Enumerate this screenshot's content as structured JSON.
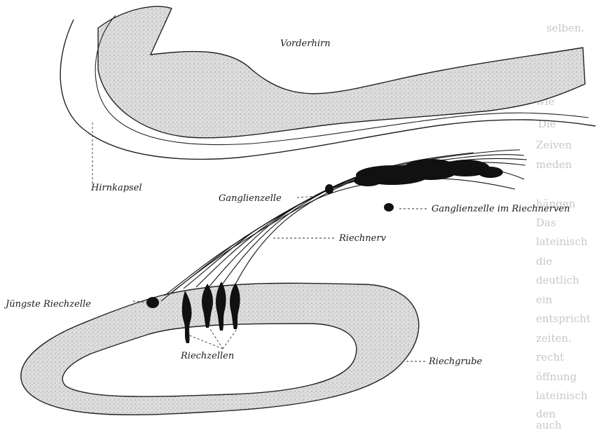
{
  "labels": {
    "forebrain": "Vorderhirn",
    "brain_capsule": "Hirnkapsel",
    "ganglion_cell": "Ganglienzelle",
    "ganglion_cell_in_nerve": "Ganglienzelle im Riechnerven",
    "olfactory_nerve": "Riechnerv",
    "youngest_olfactory_cell": "Jüngste Riechzelle",
    "olfactory_cells": "Riechzellen",
    "olfactory_pit": "Riechgrube"
  },
  "bleed_text": [
    "selben.",
    "wie",
    "Die",
    "Zeiven",
    "meden",
    "hängen",
    "Das",
    "lateinisch",
    "die",
    "deutlich",
    "ein",
    "entspricht",
    "zeiten.",
    "recht",
    "öffnung",
    "lateinisch",
    "den",
    "auch"
  ],
  "colors": {
    "tissue": "#d9d9d9",
    "ink": "#111111"
  }
}
